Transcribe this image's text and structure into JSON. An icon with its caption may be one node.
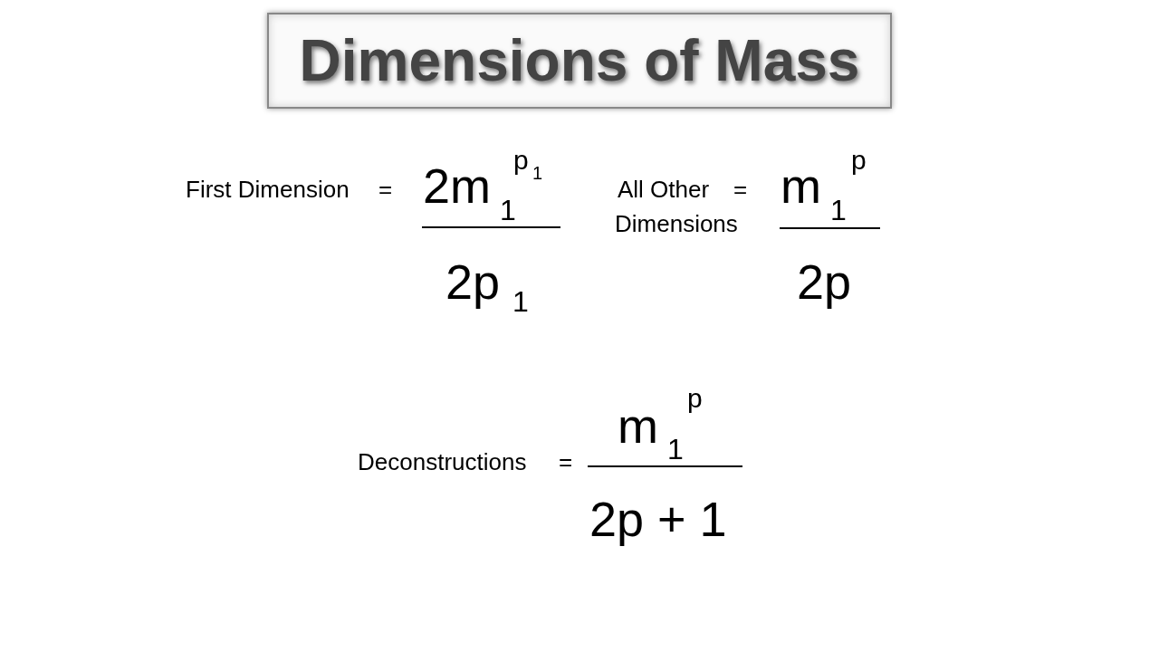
{
  "diagram": {
    "title": "Dimensions of Mass",
    "labels": [
      "First Dimension",
      "=",
      "2m",
      "1",
      "p",
      "1",
      "2p",
      "1",
      "All Other",
      "=",
      "Dimensions",
      "m",
      "1",
      "p",
      "2p",
      "Deconstructions",
      "=",
      "m",
      "1",
      "p",
      "2p + 1"
    ]
  }
}
